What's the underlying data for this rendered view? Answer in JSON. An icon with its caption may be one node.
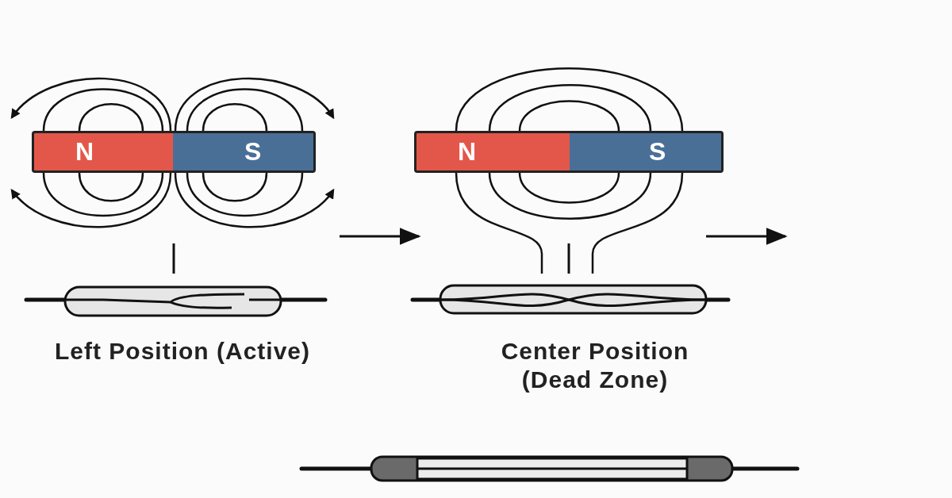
{
  "diagram": {
    "nodes": [
      {
        "text": [
          "N"
        ]
      },
      {
        "text": [
          "S"
        ]
      },
      {
        "text": [
          "N"
        ]
      },
      {
        "text": [
          "S"
        ]
      }
    ],
    "labels": [
      "Left Position (Active)",
      "Center Position (Dead Zone)"
    ]
  }
}
